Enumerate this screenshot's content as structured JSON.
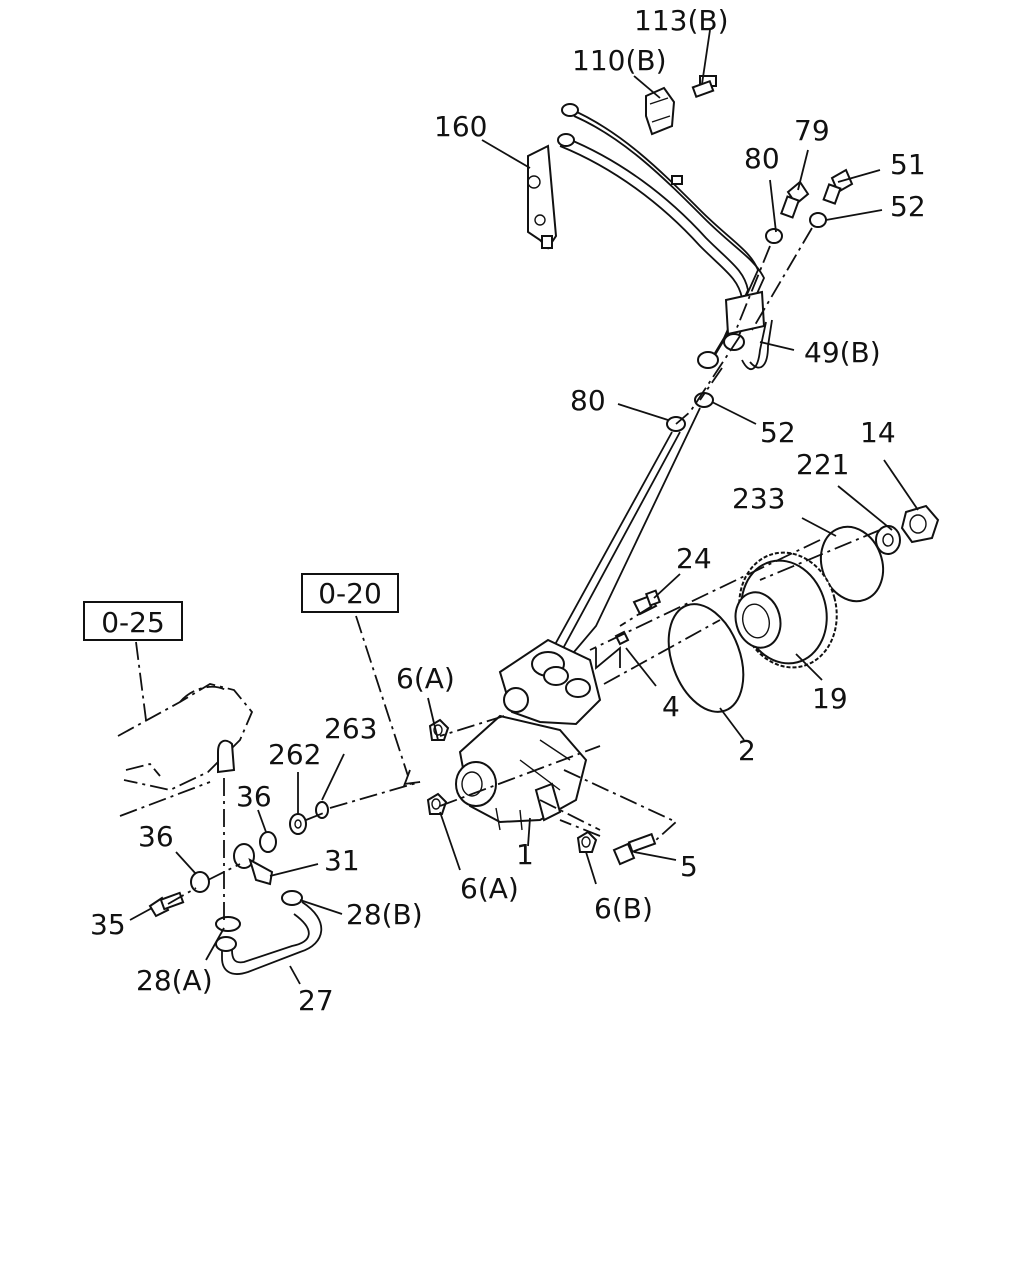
{
  "callouts": {
    "c113B": "113(B)",
    "c110B": "110(B)",
    "c160": "160",
    "c79": "79",
    "c80a": "80",
    "c51": "51",
    "c52a": "52",
    "c49B": "49(B)",
    "c80b": "80",
    "c52b": "52",
    "c14": "14",
    "c221": "221",
    "c233": "233",
    "c24": "24",
    "c19": "19",
    "c4": "4",
    "c2": "2",
    "c6A_top": "6(A)",
    "c263": "263",
    "c262": "262",
    "c36a": "36",
    "c36b": "36",
    "c31": "31",
    "c1": "1",
    "c5": "5",
    "c6A_bottom": "6(A)",
    "c6B": "6(B)",
    "c35": "35",
    "c28B": "28(B)",
    "c28A": "28(A)",
    "c27": "27"
  },
  "references": {
    "ref_0_25": "0-25",
    "ref_0_20": "0-20"
  }
}
